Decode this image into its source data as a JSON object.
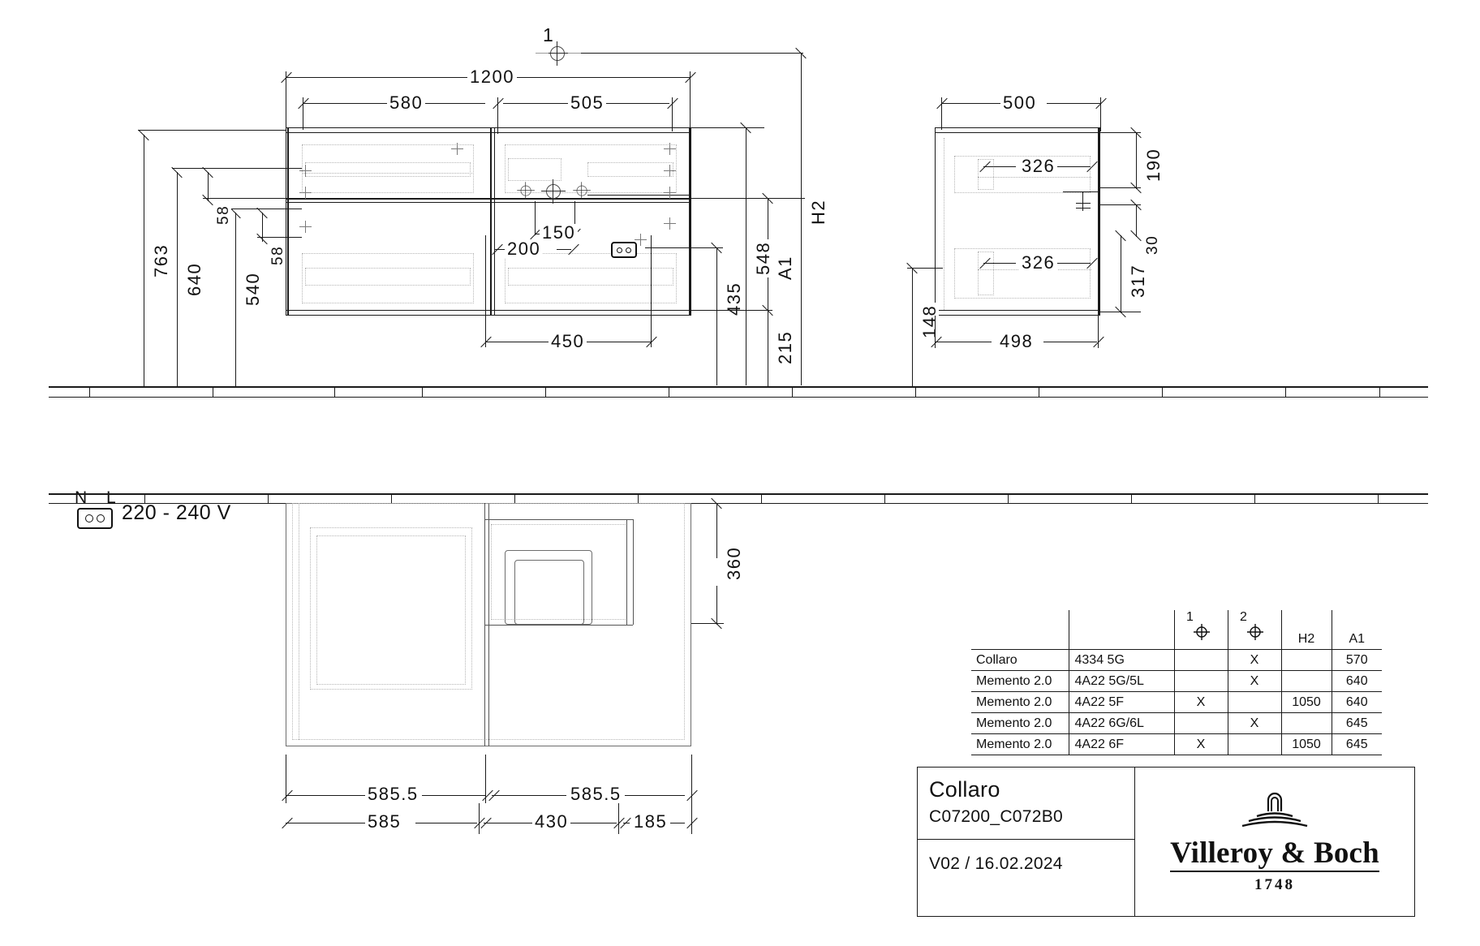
{
  "drawing": {
    "views": {
      "front": {
        "label": "front-elevation"
      },
      "side": {
        "label": "side-elevation"
      },
      "plan": {
        "label": "plan-view"
      }
    },
    "callout_1": "1",
    "electrical": {
      "n_label": "N",
      "l_label": "L",
      "nl_combined": "N  L",
      "voltage": "220 - 240 V",
      "socket_icon": "socket-icon"
    },
    "dimensions": {
      "front": {
        "overall_width": "1200",
        "left_segment": "580",
        "right_segment": "505",
        "height_763": "763",
        "height_640": "640",
        "height_540": "540",
        "offset_58_a": "58",
        "offset_58_b": "58",
        "tap_150": "150",
        "tap_200": "200",
        "basin_450": "450",
        "h2_label": "H2",
        "a1_label": "A1",
        "height_548": "548",
        "height_435": "435",
        "height_215": "215"
      },
      "side": {
        "depth_500": "500",
        "drawer_top_326": "326",
        "drawer_bottom_326": "326",
        "height_190": "190",
        "height_30": "30",
        "height_317": "317",
        "height_148": "148",
        "depth_498": "498"
      },
      "plan": {
        "depth_360": "360",
        "left_585_5": "585.5",
        "right_585_5": "585.5",
        "seg_585": "585",
        "seg_430": "430",
        "seg_185": "185"
      }
    }
  },
  "part_table": {
    "headers": [
      "",
      "",
      "1",
      "2",
      "H2",
      "A1"
    ],
    "rows": [
      {
        "series": "Collaro",
        "code": "4334 5G",
        "m1": "",
        "m2": "X",
        "h2": "",
        "a1": "570"
      },
      {
        "series": "Memento 2.0",
        "code": "4A22 5G/5L",
        "m1": "",
        "m2": "X",
        "h2": "",
        "a1": "640"
      },
      {
        "series": "Memento 2.0",
        "code": "4A22 5F",
        "m1": "X",
        "m2": "",
        "h2": "1050",
        "a1": "640"
      },
      {
        "series": "Memento 2.0",
        "code": "4A22 6G/6L",
        "m1": "",
        "m2": "X",
        "h2": "",
        "a1": "645"
      },
      {
        "series": "Memento 2.0",
        "code": "4A22 6F",
        "m1": "X",
        "m2": "",
        "h2": "1050",
        "a1": "645"
      }
    ]
  },
  "title_block": {
    "product": "Collaro",
    "article_code": "C07200_C072B0",
    "revision": "V02 / 16.02.2024",
    "brand": "Villeroy & Boch",
    "brand_year": "1748",
    "brand_mark_icon": "villeroy-boch-fountain-icon"
  }
}
